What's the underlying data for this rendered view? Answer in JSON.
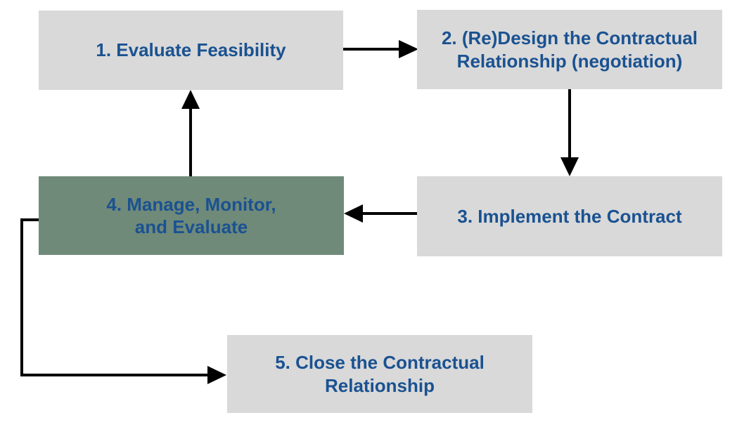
{
  "diagram": {
    "type": "flowchart",
    "nodes": [
      {
        "id": "1",
        "lines": [
          "1. Evaluate Feasibility"
        ],
        "variant": "gray"
      },
      {
        "id": "2",
        "lines": [
          "2. (Re)Design the Contractual",
          "Relationship (negotiation)"
        ],
        "variant": "gray"
      },
      {
        "id": "3",
        "lines": [
          "3. Implement the Contract"
        ],
        "variant": "gray"
      },
      {
        "id": "4",
        "lines": [
          "4. Manage, Monitor,",
          "and Evaluate"
        ],
        "variant": "green"
      },
      {
        "id": "5",
        "lines": [
          "5. Close the Contractual",
          "Relationship"
        ],
        "variant": "gray"
      }
    ],
    "edges": [
      {
        "from": "1",
        "to": "2"
      },
      {
        "from": "2",
        "to": "3"
      },
      {
        "from": "3",
        "to": "4"
      },
      {
        "from": "4",
        "to": "1"
      },
      {
        "from": "4",
        "to": "5"
      }
    ],
    "colors": {
      "node_fill_gray": "#d9d9d9",
      "node_fill_green": "#708a7a",
      "node_text": "#1a5291",
      "arrow": "#000000",
      "background": "#ffffff"
    }
  }
}
